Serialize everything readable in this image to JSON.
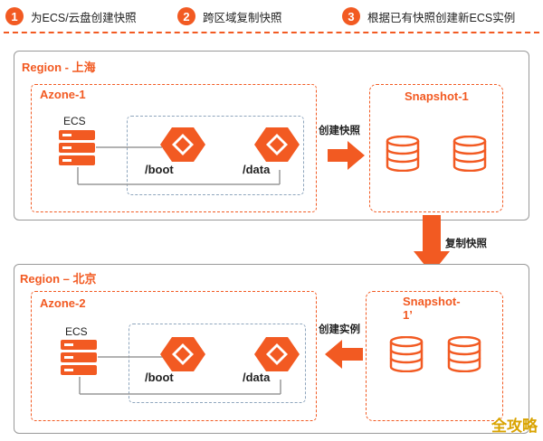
{
  "steps": [
    {
      "num": "1",
      "text": "为ECS/云盘创建快照"
    },
    {
      "num": "2",
      "text": "跨区域复制快照"
    },
    {
      "num": "3",
      "text": "根据已有快照创建新ECS实例"
    }
  ],
  "region_top": {
    "title": "Region - 上海",
    "zone": "Azone-1",
    "ecs": "ECS",
    "boot": "/boot",
    "data": "/data",
    "snapshot": "Snapshot-1"
  },
  "region_bottom": {
    "title": "Region – 北京",
    "zone": "Azone-2",
    "ecs": "ECS",
    "boot": "/boot",
    "data": "/data",
    "snapshot_line1": "Snapshot-",
    "snapshot_line2": "1’"
  },
  "arrows": {
    "create_snapshot": "创建快照",
    "copy_snapshot": "复制快照",
    "create_instance": "创建实例"
  },
  "watermark": "全攻略",
  "colors": {
    "accent": "#f25a22",
    "region_border": "#999999",
    "disk_zone_border": "#8fa6bd"
  }
}
